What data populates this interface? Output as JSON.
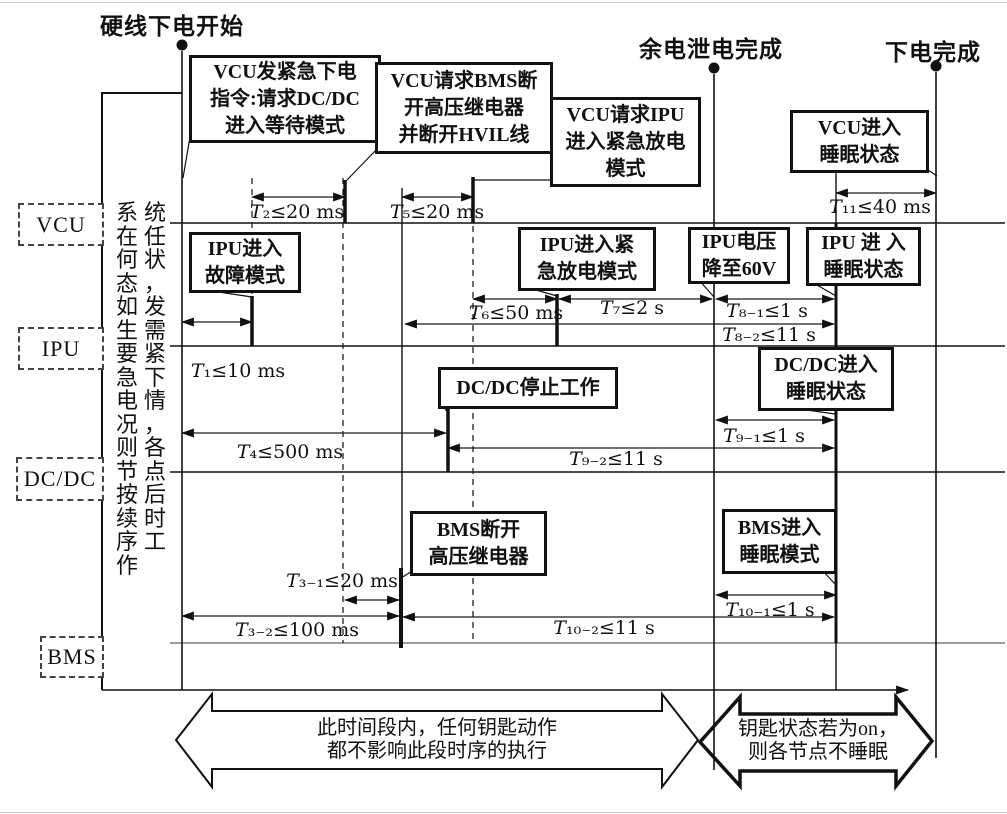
{
  "header": {
    "start_event": "硬线下电开始",
    "drain_complete_event": "余电泄电完成",
    "power_off_complete_event": "下电完成"
  },
  "side_note": "系统在任何状态，如发生需要紧急下电情况，则各节点按后续时序工作",
  "rows": {
    "vcu": "VCU",
    "ipu": "IPU",
    "dcdc": "DC/DC",
    "bms": "BMS"
  },
  "callouts": {
    "vcu_cmd_dcdc": [
      "VCU发紧急下电",
      "指令:请求DC/DC",
      "进入等待模式"
    ],
    "vcu_cmd_bms": [
      "VCU请求BMS断",
      "开高压继电器",
      "并断开HVIL线"
    ],
    "vcu_cmd_ipu": [
      "VCU请求IPU",
      "进入紧急放电",
      "模式"
    ],
    "vcu_sleep": [
      "VCU进入",
      "睡眠状态"
    ],
    "ipu_fault": [
      "IPU进入",
      "故障模式"
    ],
    "ipu_discharge": [
      "IPU进入紧",
      "急放电模式"
    ],
    "ipu_voltage": [
      "IPU电压",
      "降至60V"
    ],
    "ipu_sleep": [
      "IPU 进 入",
      "睡眠状态"
    ],
    "dcdc_stop": [
      "DC/DC停止工作"
    ],
    "dcdc_sleep": [
      "DC/DC进入",
      "睡眠状态"
    ],
    "bms_open": [
      "BMS断开",
      "高压继电器"
    ],
    "bms_sleep": [
      "BMS进入",
      "睡眠模式"
    ]
  },
  "timings": {
    "t1": "T₁≤10 ms",
    "t2": "T₂≤20 ms",
    "t3_1": "T₃₋₁≤20 ms",
    "t3_2": "T₃₋₂≤100 ms",
    "t4": "T₄≤500 ms",
    "t5": "T₅≤20 ms",
    "t6": "T₆≤50 ms",
    "t7": "T₇≤2 s",
    "t8_1": "T₈₋₁≤1 s",
    "t8_2": "T₈₋₂≤11 s",
    "t9_1": "T₉₋₁≤1 s",
    "t9_2": "T₉₋₂≤11 s",
    "t10_1": "T₁₀₋₁≤1 s",
    "t10_2": "T₁₀₋₂≤11 s",
    "t11": "T₁₁≤40 ms"
  },
  "banners": {
    "key_window": [
      "此时间段内，任何钥匙动作",
      "都不影响此段时序的执行"
    ],
    "key_on": [
      "钥匙状态若为on，",
      "则各节点不睡眠"
    ]
  }
}
